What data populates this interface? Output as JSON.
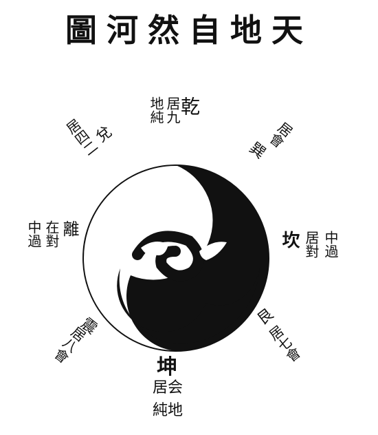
{
  "title": "天地自然河圖",
  "labels": {
    "qian": "乾",
    "qian_l1": "居九",
    "qian_l2": "地純",
    "dui": "兌",
    "dui_text": "居四二",
    "kun_name": "坤",
    "kun_l1": "居会",
    "kun_l2": "純地",
    "kan": "坎",
    "kan_l1": "居對",
    "kan_l2": "中過",
    "li": "離",
    "li_l1": "在對",
    "li_l2": "中過",
    "zhen": "震",
    "zhen_text": "居八會",
    "gen": "艮",
    "gen_text": "居七會",
    "xun": "巽",
    "xun_text": "居會"
  },
  "colors": {
    "ink": "#111111",
    "paper": "#ffffff"
  }
}
